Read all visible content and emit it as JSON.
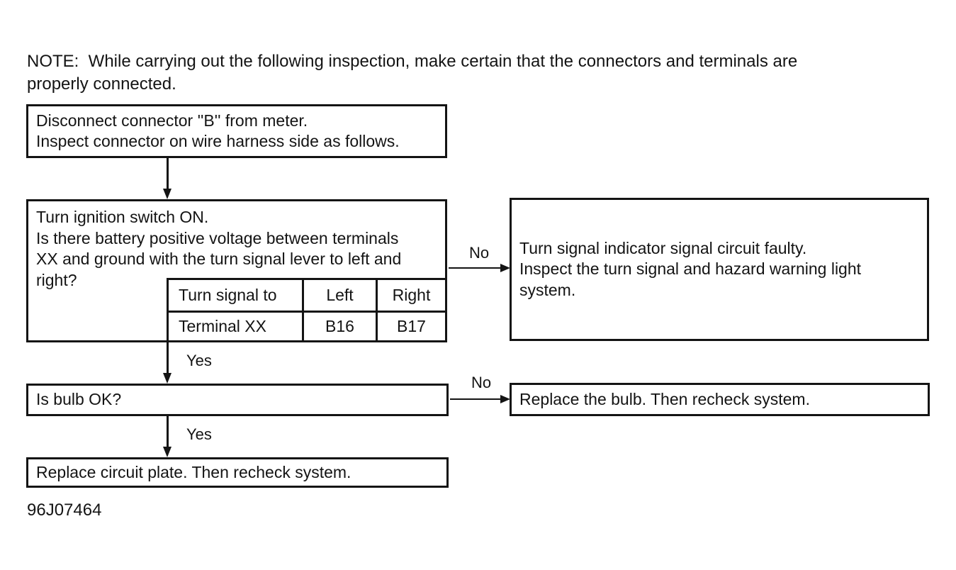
{
  "colors": {
    "ink": "#141414",
    "paper": "#ffffff"
  },
  "note": {
    "line1": "NOTE:  While carrying out the following inspection, make certain that the connectors and terminals are",
    "line2": "properly connected."
  },
  "flow": {
    "disconnect_box": {
      "line1": "Disconnect connector ''B'' from meter.",
      "line2": "Inspect connector on wire harness side as follows."
    },
    "ignition_box": {
      "line1": "Turn ignition switch ON.",
      "line2": "Is there battery positive voltage between terminals",
      "line3": "XX and ground with the turn signal lever to left and",
      "line4": "right?"
    },
    "terminal_table": {
      "header": [
        "Turn signal to",
        "Left",
        "Right"
      ],
      "row": [
        "Terminal XX",
        "B16",
        "B17"
      ]
    },
    "labels": {
      "no1": "No",
      "yes1": "Yes",
      "no2": "No",
      "yes2": "Yes"
    },
    "fault_box": {
      "line1": "Turn signal indicator signal circuit faulty.",
      "line2": "Inspect the turn signal and hazard warning light",
      "line3": "system."
    },
    "bulb_box": {
      "text": "Is bulb OK?"
    },
    "replace_bulb_box": {
      "text": "Replace the bulb. Then recheck system."
    },
    "replace_plate_box": {
      "text": "Replace circuit plate. Then recheck system."
    }
  },
  "figure_id": "96J07464"
}
